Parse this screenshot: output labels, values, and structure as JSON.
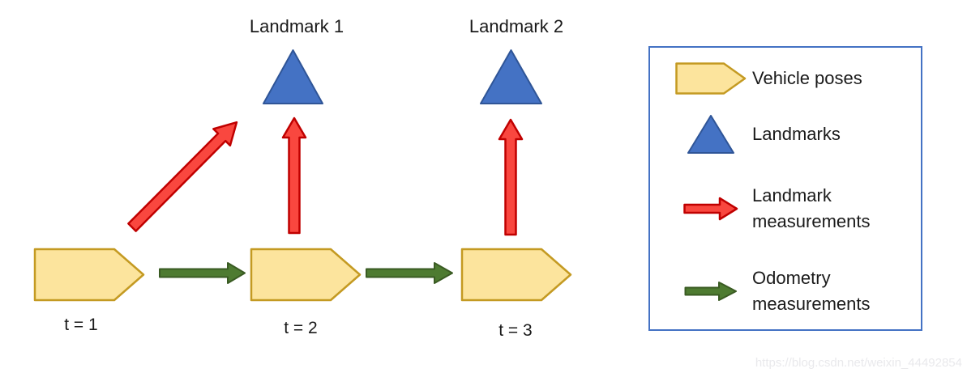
{
  "diagram": {
    "landmark_labels": [
      "Landmark 1",
      "Landmark 2"
    ],
    "pose_labels": [
      "t = 1",
      "t = 2",
      "t = 3"
    ]
  },
  "legend": {
    "items": [
      {
        "icon": "vehicle-pose-icon",
        "lines": [
          "Vehicle poses"
        ]
      },
      {
        "icon": "landmark-icon",
        "lines": [
          "Landmarks"
        ]
      },
      {
        "icon": "landmark-measurement-arrow-icon",
        "lines": [
          "Landmark",
          "measurements"
        ]
      },
      {
        "icon": "odometry-measurement-arrow-icon",
        "lines": [
          "Odometry",
          "measurements"
        ]
      }
    ]
  },
  "watermark": "https://blog.csdn.net/weixin_44492854",
  "colors": {
    "pose_fill": "#FCE49D",
    "pose_stroke": "#C49A22",
    "landmark_fill": "#4472C4",
    "landmark_stroke": "#2F5597",
    "landmark_measurement_fill": "#F9473F",
    "landmark_measurement_stroke": "#C00000",
    "odometry_fill": "#4E7B31",
    "odometry_stroke": "#3A5B23",
    "legend_border": "#4472C4",
    "text": "#1A1A1A",
    "watermark": "#E9E9EC"
  }
}
